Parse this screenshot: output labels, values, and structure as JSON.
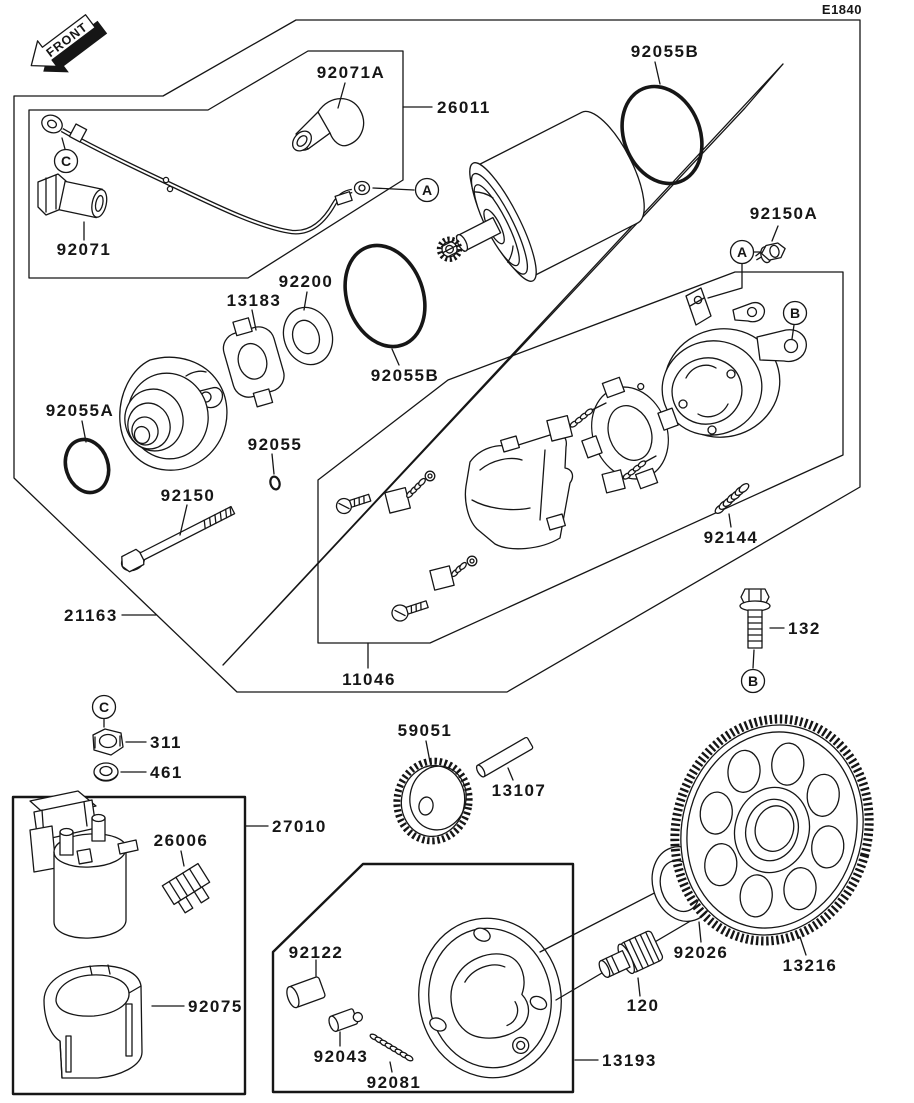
{
  "diagram": {
    "page_code": "E1840",
    "front_arrow_label": "FRONT",
    "part_labels": {
      "p26011": "26011",
      "p92071a": "92071A",
      "p92071": "92071",
      "p92055b": "92055B",
      "p92150a": "92150A",
      "p92200": "92200",
      "p13183": "13183",
      "p92055a": "92055A",
      "p92055": "92055",
      "p92150": "92150",
      "p21163": "21163",
      "p92144": "92144",
      "p132": "132",
      "p11046": "11046",
      "p311": "311",
      "p461": "461",
      "p59051": "59051",
      "p13107": "13107",
      "p27010": "27010",
      "p26006": "26006",
      "p92075": "92075",
      "p92122": "92122",
      "p92043": "92043",
      "p92081": "92081",
      "p92026": "92026",
      "p13216": "13216",
      "p120": "120",
      "p13193": "13193"
    },
    "reference_markers": {
      "a": "A",
      "b": "B",
      "c": "C"
    },
    "colors": {
      "ink": "#161616",
      "paper": "#ffffff"
    }
  }
}
